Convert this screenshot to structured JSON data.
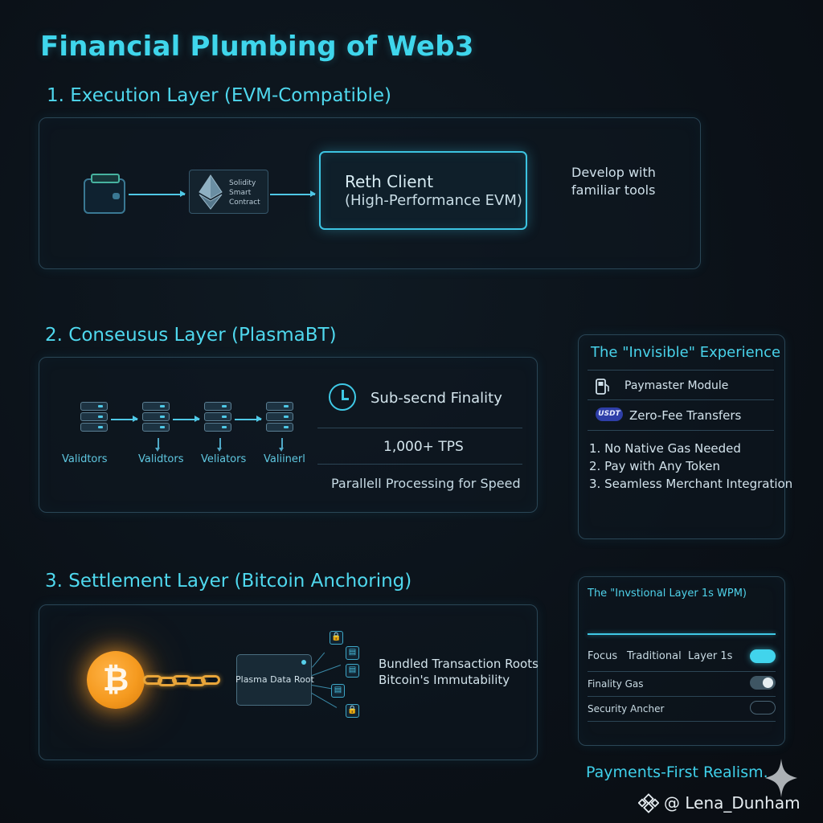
{
  "title": "Financial Plumbing of Web3",
  "execution": {
    "heading": "1. Execution Layer (EVM-Compatible)",
    "contract_lines": [
      "Solidity",
      "Smart",
      "Contract"
    ],
    "reth_line1": "Reth Client",
    "reth_line2": "(High-Performance EVM)",
    "dev_line1": "Develop with",
    "dev_line2": "familiar tools",
    "icons": [
      "wallet-icon",
      "ethereum-icon"
    ]
  },
  "consensus": {
    "heading": "2. Conseusus Layer (PlasmaBT)",
    "validators": [
      "Validtors",
      "Validtors",
      "Veliators",
      "Valiinerl"
    ],
    "finality": "Sub-secnd Finality",
    "tps": "1,000+ TPS",
    "parallel": "Parallell Processing for Speed",
    "icons": [
      "server-icon",
      "clock-icon"
    ]
  },
  "settlement": {
    "heading": "3. Settlement Layer (Bitcoin Anchoring)",
    "root_label": "Plasma Data Root",
    "desc_line1": "Bundled Transaction Roots",
    "desc_line2": "Bitcoin's Immutability",
    "icons": [
      "bitcoin-icon",
      "chain-icon",
      "lock-icon"
    ]
  },
  "invisible": {
    "title": "The \"Invisible\" Experience",
    "paymaster": "Paymaster Module",
    "usdt_badge": "USDT",
    "zero_fee": "Zero-Fee Transfers",
    "list": [
      "1. No Native Gas Needed",
      "2. Pay with Any Token",
      "3. Seamless Merchant Integration"
    ]
  },
  "comparison": {
    "title": "The \"Invstional Layer 1s WPM)",
    "col_focus": "Focus",
    "col_traditional": "Traditional",
    "col_layer": "Layer 1s",
    "row2": "Finality Gas",
    "row3": "Security Ancher",
    "toggle_states": [
      "on",
      "partial",
      "off"
    ]
  },
  "footer": "Payments-First Realism.",
  "handle": "@ Lena_Dunham",
  "colors": {
    "accent": "#3fd6ec",
    "bitcoin": "#f59a1f",
    "panel_border": "#2a4656"
  }
}
